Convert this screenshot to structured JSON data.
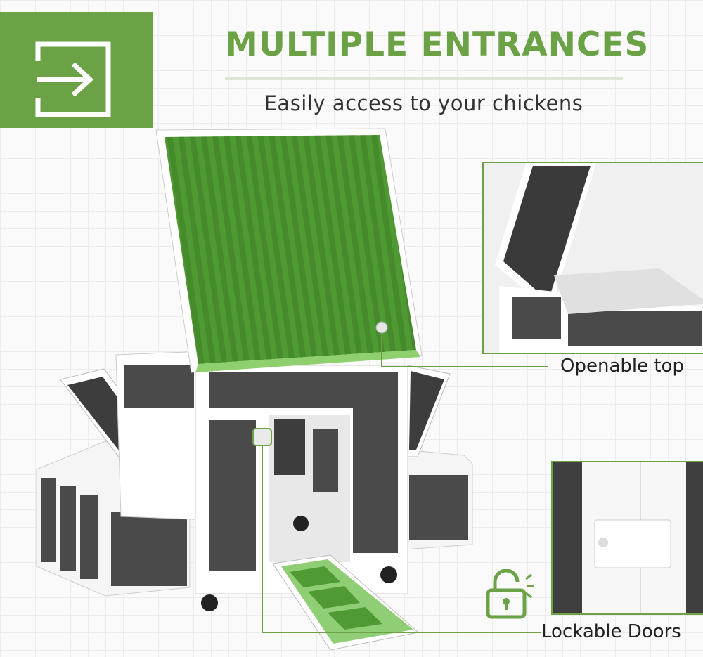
{
  "header": {
    "icon": "enter-arrow-icon",
    "title": "MULTIPLE ENTRANCES",
    "subtitle": "Easily access to your chickens"
  },
  "callouts": {
    "top": {
      "label": "Openable top"
    },
    "doors": {
      "label": "Lockable Doors",
      "icon": "padlock-icon"
    }
  },
  "colors": {
    "brand_green": "#6aa245",
    "roof_green": "#4f9a33",
    "panel_gray": "#4a4a4a",
    "frame_white": "#ffffff"
  }
}
